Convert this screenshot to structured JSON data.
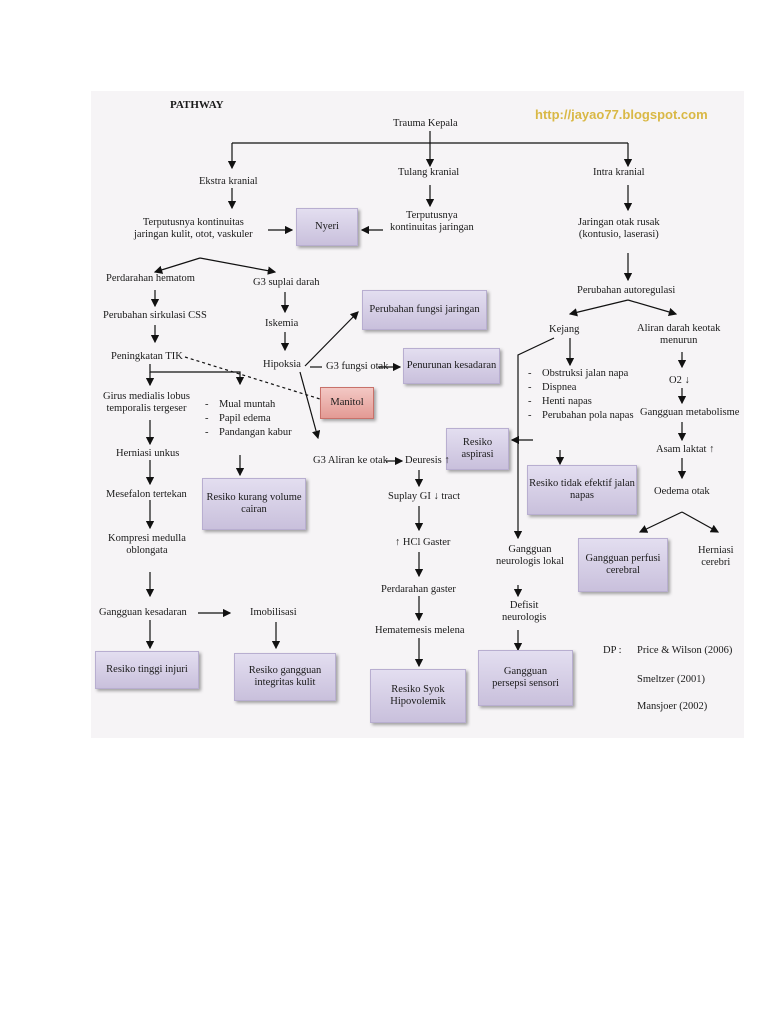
{
  "title": "PATHWAY",
  "source_url": "http://jayao77.blogspot.com",
  "nodes": {
    "trauma": "Trauma Kepala",
    "ekstra": "Ekstra kranial",
    "tulang": "Tulang kranial",
    "intra": "Intra kranial",
    "terputus1": "Terputusnya kontinuitas\njaringan kulit, otot, vaskuler",
    "nyeri": "Nyeri",
    "terputus2": "Terputusnya\nkontinuitas jaringan",
    "jaringan_rusak": "Jaringan otak rusak\n(kontusio, laserasi)",
    "perdarahan_hematom": "Perdarahan hematom",
    "g3_suplai": "G3 suplai darah",
    "perubahan_fungsi": "Perubahan fungsi jaringan",
    "perubahan_autoregulasi": "Perubahan autoregulasi",
    "perubahan_sirkulasi": "Perubahan sirkulasi CSS",
    "iskemia": "Iskemia",
    "kejang": "Kejang",
    "aliran_menurun": "Aliran darah keotak\nmenurun",
    "peningkatan_tik": "Peningkatan TIK",
    "hipoksia": "Hipoksia",
    "g3_fungsi": "G3 fungsi otak",
    "penurunan_kesadaran": "Penurunan kesadaran",
    "o2": "O2 ↓",
    "girus": "Girus medialis lobus\ntemporalis tergeser",
    "manitol": "Manitol",
    "gangguan_metabolisme": "Gangguan metabolisme",
    "resiko_aspirasi": "Resiko\naspirasi",
    "herniasi_unkus": "Herniasi unkus",
    "g3_aliran": "G3 Aliran ke otak",
    "deuresis": "Deuresis ↑",
    "asam_laktat": "Asam laktat ↑",
    "resiko_jalan_napas": "Resiko tidak efektif jalan\nnapas",
    "mesefalon": "Mesefalon tertekan",
    "suplay_gi": "Suplay GI ↓ tract",
    "oedema": "Oedema otak",
    "resiko_volume": "Resiko kurang volume\ncairan",
    "kompresi": "Kompresi medulla\noblongata",
    "hcl": "↑ HCl Gaster",
    "gangguan_neuro_lokal": "Gangguan\nneurologis lokal",
    "gangguan_perfusi": "Gangguan perfusi\ncerebral",
    "herniasi_cerebri": "Herniasi\ncerebri",
    "perdarahan_gaster": "Perdarahan gaster",
    "gangguan_kesadaran": "Gangguan kesadaran",
    "imobilisasi": "Imobilisasi",
    "defisit": "Defisit\nneurologis",
    "hematemesis": "Hematemesis melena",
    "resiko_injuri": "Resiko tinggi injuri",
    "resiko_kulit": "Resiko gangguan\nintegritas kulit",
    "resiko_syok": "Resiko Syok\nHipovolemik",
    "gangguan_sensori": "Gangguan\npersepsi sensori"
  },
  "list_tik": [
    "Mual muntah",
    "Papil edema",
    "Pandangan kabur"
  ],
  "list_kejang": [
    "Obstruksi jalan napa",
    "Dispnea",
    "Henti napas",
    "Perubahan pola napas"
  ],
  "references": {
    "label": "DP :",
    "items": [
      "Price & Wilson (2006)",
      "Smeltzer (2001)",
      "Mansjoer (2002)"
    ]
  }
}
